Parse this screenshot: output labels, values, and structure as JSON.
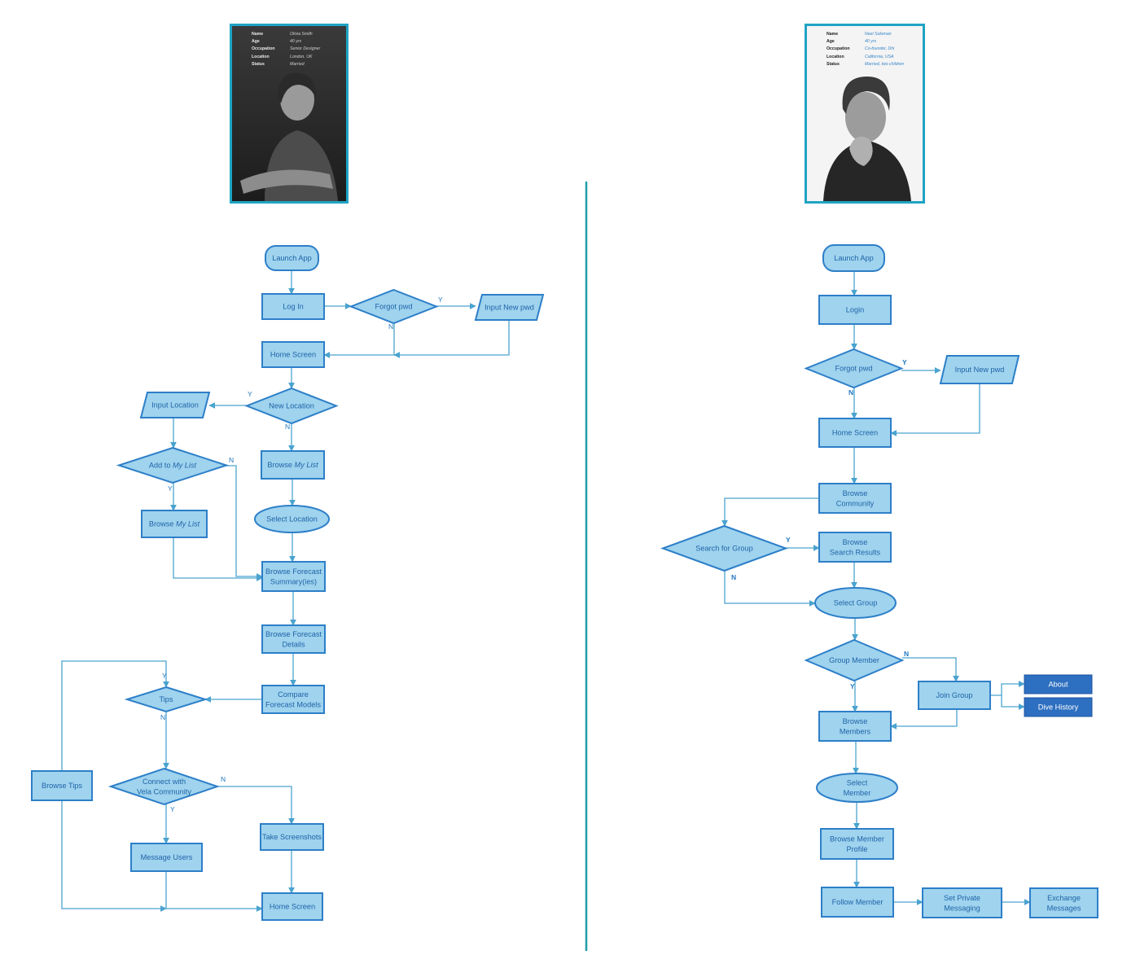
{
  "personas": [
    {
      "id": "olivia",
      "fields": [
        {
          "key": "Name",
          "value": "Olivia Smith"
        },
        {
          "key": "Age",
          "value": "40 yrs"
        },
        {
          "key": "Occupation",
          "value": "Senior Designer"
        },
        {
          "key": "Location",
          "value": "London, UK"
        },
        {
          "key": "Status",
          "value": "Married"
        }
      ]
    },
    {
      "id": "neel",
      "fields": [
        {
          "key": "Name",
          "value": "Neel Soloman"
        },
        {
          "key": "Age",
          "value": "40 yrs"
        },
        {
          "key": "Occupation",
          "value": "Co-founder, Dhi"
        },
        {
          "key": "Location",
          "value": "California, USA"
        },
        {
          "key": "Status",
          "value": "Married, two children"
        }
      ]
    }
  ],
  "colors": {
    "node_fill": "#9fd3ee",
    "node_stroke": "#2d7fc8",
    "node_text": "#1f63a8",
    "dark_fill": "#2d6fc0",
    "edge": "#4aa3cf",
    "divider": "#1f9ea8",
    "frame": "#1fa3c4",
    "label": "#2378c0"
  },
  "flows": [
    {
      "id": "left",
      "nodes": [
        {
          "id": "L1",
          "shape": "terminal",
          "lines": [
            "Launch App"
          ]
        },
        {
          "id": "L2",
          "shape": "rect",
          "lines": [
            "Log In"
          ]
        },
        {
          "id": "L3",
          "shape": "diamond",
          "lines": [
            "Forgot pwd"
          ]
        },
        {
          "id": "L4",
          "shape": "parallelogram",
          "lines": [
            "Input New pwd"
          ]
        },
        {
          "id": "L5",
          "shape": "rect",
          "lines": [
            "Home Screen"
          ]
        },
        {
          "id": "L6",
          "shape": "diamond",
          "lines": [
            "New Location"
          ]
        },
        {
          "id": "L7",
          "shape": "parallelogram",
          "lines": [
            "Input Location"
          ]
        },
        {
          "id": "L8",
          "shape": "diamond",
          "lines": [
            "Add to |My List|"
          ]
        },
        {
          "id": "L9",
          "shape": "rect",
          "lines": [
            "Browse |My List|"
          ]
        },
        {
          "id": "L10",
          "shape": "rect",
          "lines": [
            "Browse |My List|"
          ]
        },
        {
          "id": "L11",
          "shape": "ellipse",
          "lines": [
            "Select Location"
          ]
        },
        {
          "id": "L12",
          "shape": "rect",
          "lines": [
            "Browse Forecast",
            "Summary(ies)"
          ]
        },
        {
          "id": "L13",
          "shape": "rect",
          "lines": [
            "Browse Forecast",
            "Details"
          ]
        },
        {
          "id": "L14",
          "shape": "rect",
          "lines": [
            "Compare",
            "Forecast Models"
          ]
        },
        {
          "id": "L15",
          "shape": "diamond",
          "lines": [
            "Tips"
          ]
        },
        {
          "id": "L16",
          "shape": "rect",
          "lines": [
            "Browse Tips"
          ]
        },
        {
          "id": "L17",
          "shape": "diamond",
          "lines": [
            "Connect with",
            "Vela Community"
          ]
        },
        {
          "id": "L18",
          "shape": "rect",
          "lines": [
            "Take Screenshots"
          ]
        },
        {
          "id": "L19",
          "shape": "rect",
          "lines": [
            "Message Users"
          ]
        },
        {
          "id": "L20",
          "shape": "rect",
          "lines": [
            "Home Screen"
          ]
        }
      ],
      "labels": [
        {
          "id": "lab1",
          "text": "Y"
        },
        {
          "id": "lab2",
          "text": "N"
        },
        {
          "id": "lab3",
          "text": "Y"
        },
        {
          "id": "lab4",
          "text": "N"
        },
        {
          "id": "lab5",
          "text": "N"
        },
        {
          "id": "lab6",
          "text": "Y"
        },
        {
          "id": "lab7",
          "text": "Y"
        },
        {
          "id": "lab8",
          "text": "N"
        },
        {
          "id": "lab9",
          "text": "N"
        },
        {
          "id": "lab10",
          "text": "Y"
        }
      ]
    },
    {
      "id": "right",
      "nodes": [
        {
          "id": "R1",
          "shape": "terminal",
          "lines": [
            "Launch App"
          ]
        },
        {
          "id": "R2",
          "shape": "rect",
          "lines": [
            "Login"
          ]
        },
        {
          "id": "R3",
          "shape": "diamond",
          "lines": [
            "Forgot pwd"
          ]
        },
        {
          "id": "R4",
          "shape": "parallelogram",
          "lines": [
            "Input New pwd"
          ]
        },
        {
          "id": "R5",
          "shape": "rect",
          "lines": [
            "Home Screen"
          ]
        },
        {
          "id": "R6",
          "shape": "rect",
          "lines": [
            "Browse",
            "Community"
          ]
        },
        {
          "id": "R7",
          "shape": "diamond",
          "lines": [
            "Search for Group"
          ]
        },
        {
          "id": "R8",
          "shape": "rect",
          "lines": [
            "Browse",
            "Search Results"
          ]
        },
        {
          "id": "R9",
          "shape": "ellipse",
          "lines": [
            "Select Group"
          ]
        },
        {
          "id": "R10",
          "shape": "diamond",
          "lines": [
            "Group Member"
          ]
        },
        {
          "id": "R11",
          "shape": "rect",
          "lines": [
            "Join Group"
          ]
        },
        {
          "id": "R12",
          "shape": "dark",
          "lines": [
            "About"
          ]
        },
        {
          "id": "R13",
          "shape": "dark",
          "lines": [
            "Dive History"
          ]
        },
        {
          "id": "R14",
          "shape": "rect",
          "lines": [
            "Browse",
            "Members"
          ]
        },
        {
          "id": "R15",
          "shape": "ellipse",
          "lines": [
            "Select",
            "Member"
          ]
        },
        {
          "id": "R16",
          "shape": "rect",
          "lines": [
            "Browse Member",
            "Profile"
          ]
        },
        {
          "id": "R17",
          "shape": "rect",
          "lines": [
            "Follow Member"
          ]
        },
        {
          "id": "R18",
          "shape": "rect",
          "lines": [
            "Set Private",
            "Messaging"
          ]
        },
        {
          "id": "R19",
          "shape": "rect",
          "lines": [
            "Exchange",
            "Messages"
          ]
        }
      ],
      "labels": [
        {
          "id": "rlab1",
          "text": "Y"
        },
        {
          "id": "rlab2",
          "text": "N"
        },
        {
          "id": "rlab3",
          "text": "Y"
        },
        {
          "id": "rlab4",
          "text": "N"
        },
        {
          "id": "rlab5",
          "text": "N"
        },
        {
          "id": "rlab6",
          "text": "Y"
        }
      ]
    }
  ]
}
